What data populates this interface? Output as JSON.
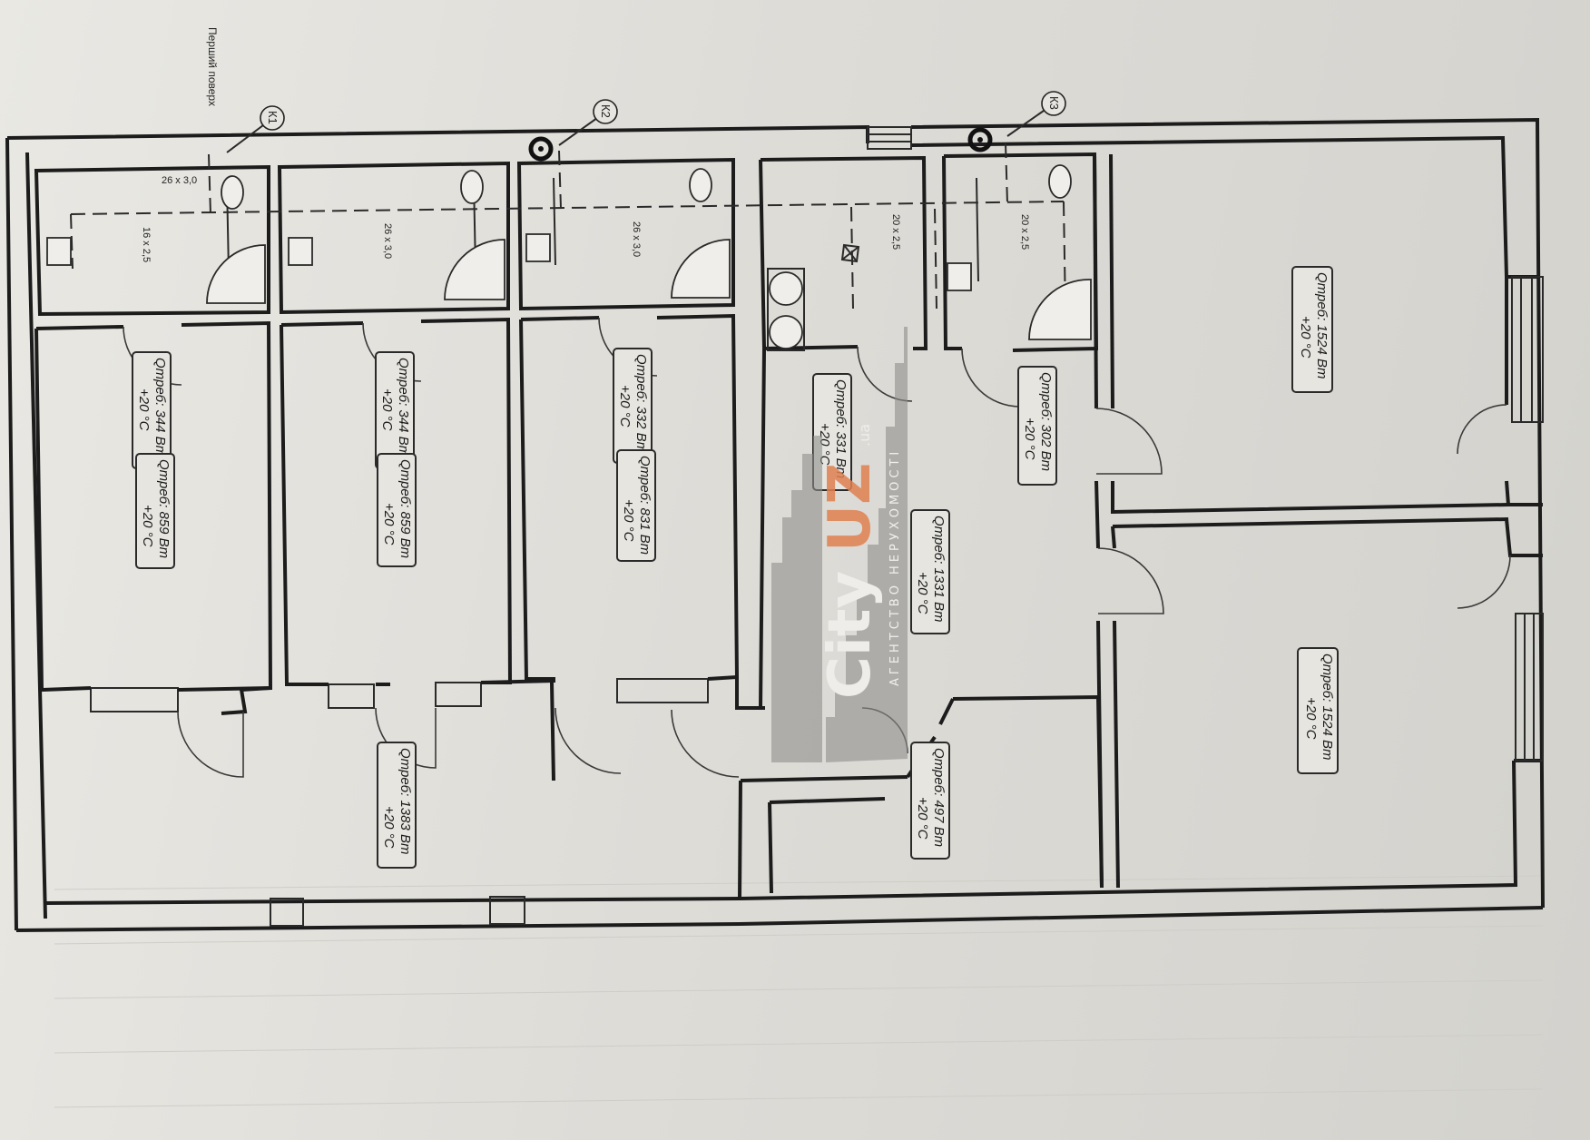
{
  "floor_label": "Перший поверх",
  "risers": [
    "К1",
    "К2",
    "К3"
  ],
  "pipe_notes": [
    "26 x 3,0",
    "16 x 2,5",
    "26 x 3,0",
    "26 x 3,0",
    "20 x 2,5",
    "20 x 2,5"
  ],
  "rooms": [
    {
      "temp": "+20 °C",
      "load": "Qтреб: 344 Вт"
    },
    {
      "temp": "+20 °C",
      "load": "Qтреб: 859 Вт"
    },
    {
      "temp": "+20 °C",
      "load": "Qтреб: 344 Вт"
    },
    {
      "temp": "+20 °C",
      "load": "Qтреб: 859 Вт"
    },
    {
      "temp": "+20 °C",
      "load": "Qтреб: 332 Вт"
    },
    {
      "temp": "+20 °C",
      "load": "Qтреб: 831 Вт"
    },
    {
      "temp": "+20 °C",
      "load": "Qтреб: 1383 Вт"
    },
    {
      "temp": "+20 °C",
      "load": "Qтреб: 331 Вт"
    },
    {
      "temp": "+20 °C",
      "load": "Qтреб: 302 Вт"
    },
    {
      "temp": "+20 °C",
      "load": "Qтреб: 1331 Вт"
    },
    {
      "temp": "+20 °C",
      "load": "Qтреб: 497 Вт"
    },
    {
      "temp": "+20 °C",
      "load": "Qтреб: 1524 Вт"
    },
    {
      "temp": "+20 °C",
      "load": "Qтреб: 1524 Вт"
    }
  ],
  "watermark": {
    "brand": "City",
    "brand_accent": "UZ",
    "domain": ".ua",
    "tagline": "АГЕНТСТВО НЕРУХОМОСТІ"
  },
  "colors": {
    "paper": "#e4e3de",
    "ink": "#1c1c1c",
    "watermark_accent": "#e08050"
  }
}
